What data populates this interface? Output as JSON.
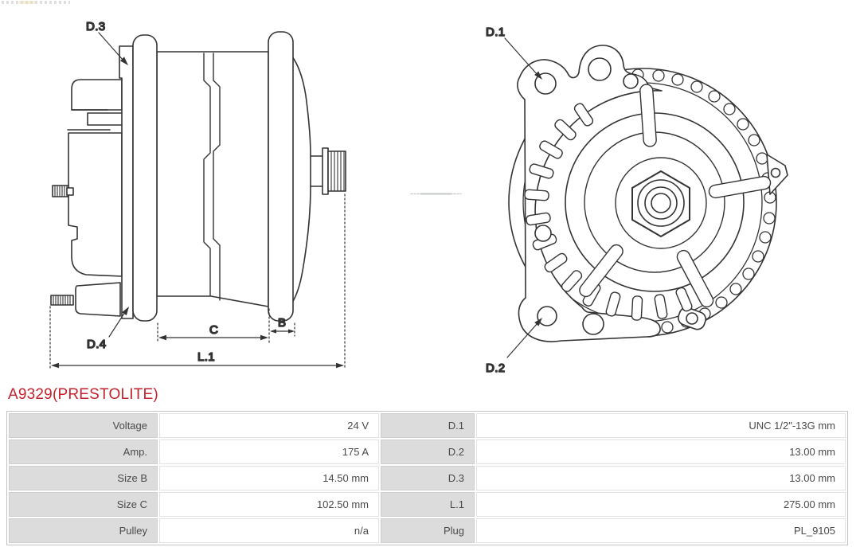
{
  "part": {
    "title": "A9329(PRESTOLITE)",
    "title_color": "#c2222c"
  },
  "diagram": {
    "line_color": "#333333",
    "labels": {
      "d1": "D.1",
      "d2": "D.2",
      "d3": "D.3",
      "d4": "D.4",
      "dim_b": "B",
      "dim_c": "C",
      "dim_l1": "L.1"
    }
  },
  "spec_table": {
    "label_bg": "#dcdcdc",
    "value_bg": "#ffffff",
    "border_color": "#c3c3c3",
    "text_color": "#4a4a4a",
    "rows": [
      {
        "label": "Voltage",
        "value": "24 V",
        "label2": "D.1",
        "value2": "UNC 1/2\"-13G mm"
      },
      {
        "label": "Amp.",
        "value": "175 A",
        "label2": "D.2",
        "value2": "13.00 mm"
      },
      {
        "label": "Size B",
        "value": "14.50 mm",
        "label2": "D.3",
        "value2": "13.00 mm"
      },
      {
        "label": "Size C",
        "value": "102.50 mm",
        "label2": "L.1",
        "value2": "275.00 mm"
      },
      {
        "label": "Pulley",
        "value": "n/a",
        "label2": "Plug",
        "value2": "PL_9105"
      }
    ]
  }
}
